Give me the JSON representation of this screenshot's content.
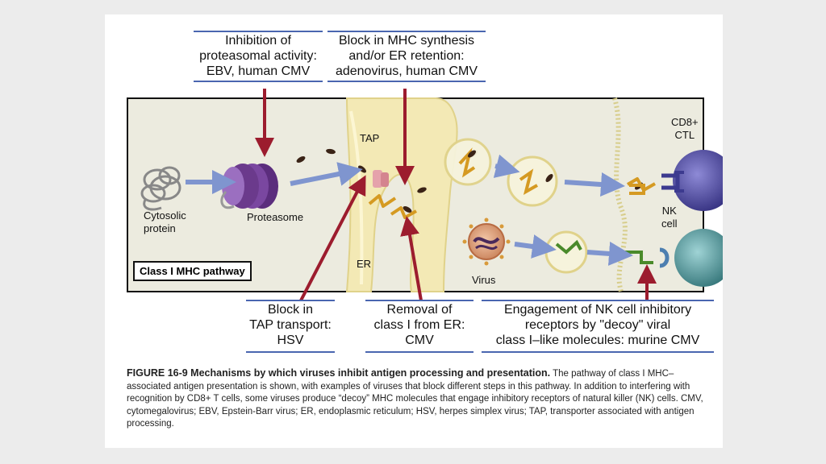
{
  "boxes": {
    "proteasome_block": "Inhibition of\nproteasomal activity:\nEBV, human CMV",
    "mhc_synthesis_block": "Block in MHC synthesis\nand/or ER retention:\nadenovirus, human CMV",
    "tap_block": "Block in\nTAP transport:\nHSV",
    "er_removal": "Removal of\nclass I from ER:\nCMV",
    "nk_engagement": "Engagement of NK cell inhibitory\nreceptors by \"decoy\" viral\nclass I–like molecules: murine CMV"
  },
  "labels": {
    "cytosolic_protein": "Cytosolic\nprotein",
    "proteasome": "Proteasome",
    "tap": "TAP",
    "er": "ER",
    "virus": "Virus",
    "cd8_ctl": "CD8+\nCTL",
    "nk_cell": "NK\ncell",
    "pathway": "Class I MHC pathway"
  },
  "caption": {
    "figure": "FIGURE 16-9 Mechanisms by which viruses inhibit antigen processing and presentation.",
    "text": " The pathway of class I MHC–associated antigen presentation is shown, with examples of viruses that block different steps in this pathway. In addition to interfering with recognition by CD8+ T cells, some viruses produce “decoy” MHC molecules that engage inhibitory receptors of natural killer (NK) cells. CMV, cytomegalovirus; EBV, Epstein-Barr virus; ER, endoplasmic reticulum; HSV, herpes simplex virus; TAP, transporter associated with antigen processing."
  },
  "colors": {
    "arrow_red": "#9c1c2e",
    "arrow_blue": "#7f95cf",
    "box_border": "#4a66b0",
    "panel_bg": "#ecebdf",
    "er": "#f3e9b5",
    "proteasome": "#6b3a8c",
    "ctl": "#3c3a8f",
    "nk": "#3f8c90"
  }
}
